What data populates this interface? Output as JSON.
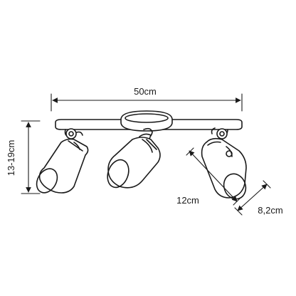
{
  "dimensions": {
    "width_label": "50cm",
    "height_label": "13-19cm",
    "shade_length_label": "12cm",
    "shade_diameter_label": "8,2cm"
  },
  "colors": {
    "line": "#1a1a1a",
    "background": "#ffffff"
  },
  "icons": {
    "fixture": "ceiling-spotlight-3-heads-icon"
  }
}
